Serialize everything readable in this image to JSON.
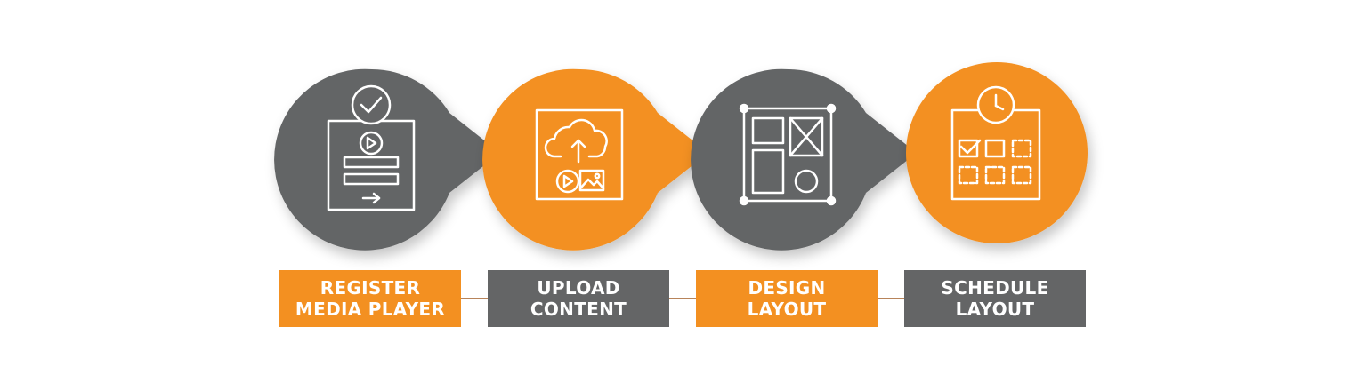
{
  "colors": {
    "orange": "#F39021",
    "gray": "#646566",
    "white": "#FFFFFF",
    "connector": "#B8845A"
  },
  "steps": [
    {
      "id": "register",
      "icon": "register-form-check-icon",
      "circle_color": "gray",
      "label_color": "orange",
      "label_line1": "REGISTER",
      "label_line2": "MEDIA PLAYER"
    },
    {
      "id": "upload",
      "icon": "cloud-upload-media-icon",
      "circle_color": "orange",
      "label_color": "gray",
      "label_line1": "UPLOAD",
      "label_line2": "CONTENT"
    },
    {
      "id": "design",
      "icon": "layout-grid-icon",
      "circle_color": "gray",
      "label_color": "orange",
      "label_line1": "DESIGN",
      "label_line2": "LAYOUT"
    },
    {
      "id": "schedule",
      "icon": "calendar-clock-icon",
      "circle_color": "orange",
      "label_color": "gray",
      "label_line1": "SCHEDULE",
      "label_line2": "LAYOUT"
    }
  ]
}
